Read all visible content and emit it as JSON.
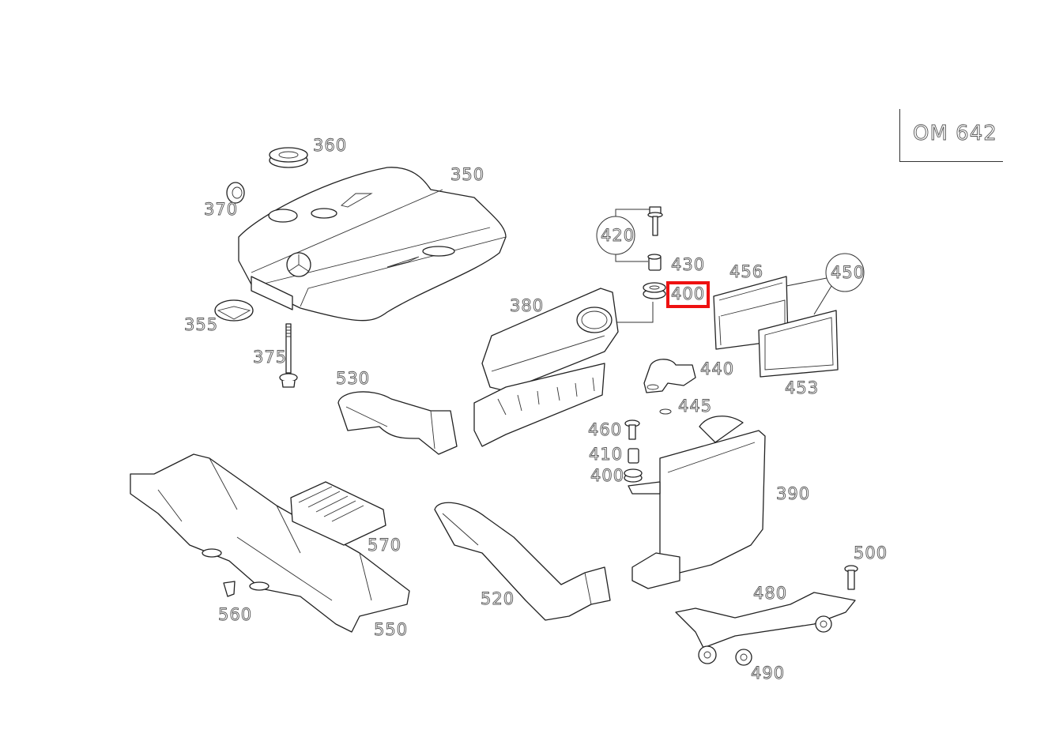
{
  "engine_code": "OM 642",
  "highlight": {
    "part": "400",
    "color": "#ee1111"
  },
  "callout_groups": [
    {
      "id": "420",
      "members": [
        "bolt",
        "430"
      ]
    },
    {
      "id": "450",
      "members": [
        "456",
        "453"
      ]
    }
  ],
  "labels": [
    {
      "id": "l360",
      "text": "360"
    },
    {
      "id": "l350",
      "text": "350"
    },
    {
      "id": "l370",
      "text": "370"
    },
    {
      "id": "l355",
      "text": "355"
    },
    {
      "id": "l375",
      "text": "375"
    },
    {
      "id": "l420",
      "text": "420"
    },
    {
      "id": "l430",
      "text": "430"
    },
    {
      "id": "l400a",
      "text": "400"
    },
    {
      "id": "l456",
      "text": "456"
    },
    {
      "id": "l450",
      "text": "450"
    },
    {
      "id": "l380",
      "text": "380"
    },
    {
      "id": "l440",
      "text": "440"
    },
    {
      "id": "l453",
      "text": "453"
    },
    {
      "id": "l530",
      "text": "530"
    },
    {
      "id": "l445",
      "text": "445"
    },
    {
      "id": "l460",
      "text": "460"
    },
    {
      "id": "l410",
      "text": "410"
    },
    {
      "id": "l400b",
      "text": "400"
    },
    {
      "id": "l390",
      "text": "390"
    },
    {
      "id": "l570",
      "text": "570"
    },
    {
      "id": "l500",
      "text": "500"
    },
    {
      "id": "l480",
      "text": "480"
    },
    {
      "id": "l520",
      "text": "520"
    },
    {
      "id": "l560",
      "text": "560"
    },
    {
      "id": "l550",
      "text": "550"
    },
    {
      "id": "l490",
      "text": "490"
    }
  ]
}
